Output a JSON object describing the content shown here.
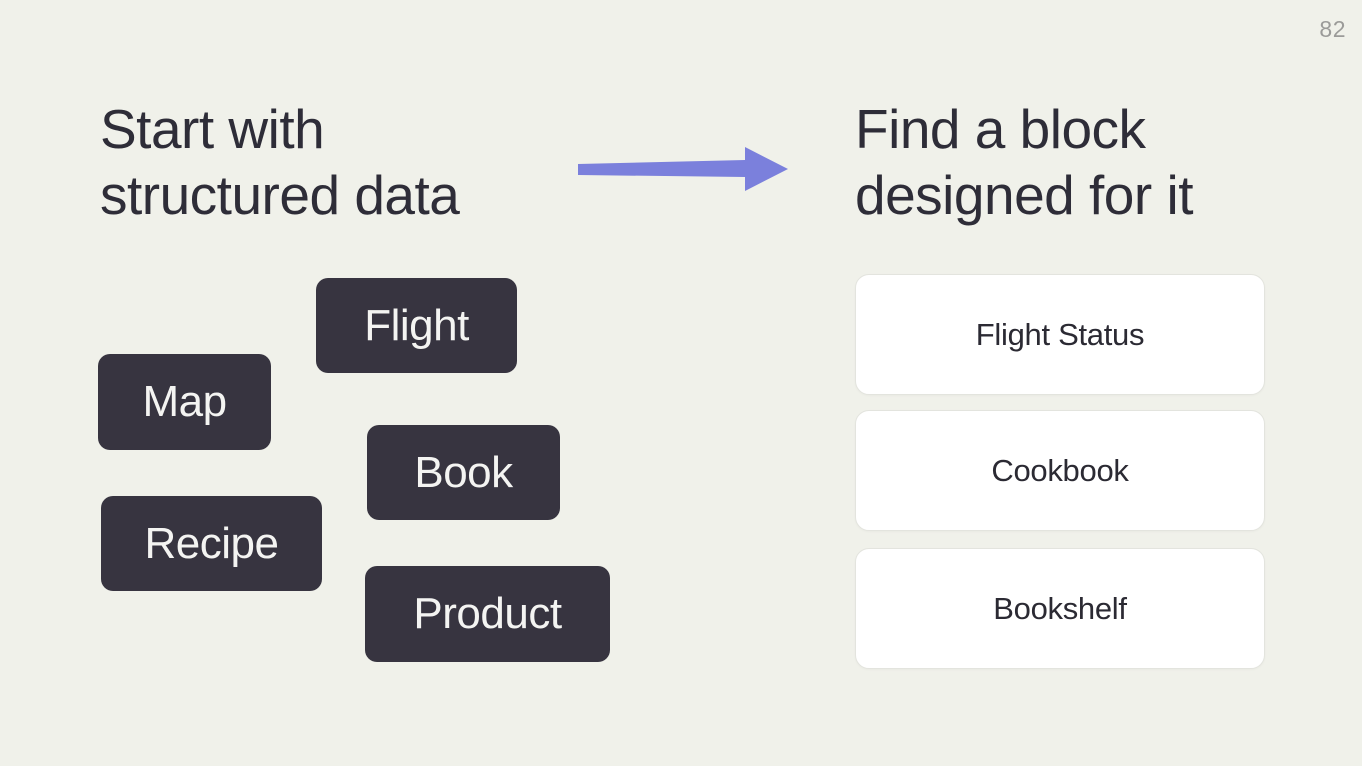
{
  "slide": {
    "page_number": "82",
    "left": {
      "heading_line1": "Start with",
      "heading_line2": "structured data",
      "tags": [
        {
          "label": "Flight"
        },
        {
          "label": "Map"
        },
        {
          "label": "Book"
        },
        {
          "label": "Recipe"
        },
        {
          "label": "Product"
        }
      ]
    },
    "arrow": {
      "icon": "right-arrow-icon",
      "color": "#7b80dc"
    },
    "right": {
      "heading_line1": "Find a block",
      "heading_line2": "designed for it",
      "cards": [
        {
          "label": "Flight Status"
        },
        {
          "label": "Cookbook"
        },
        {
          "label": "Bookshelf"
        }
      ]
    },
    "colors": {
      "background": "#f0f1ea",
      "tag_background": "#373440",
      "tag_text": "#f4f4f2",
      "heading_text": "#2e2d38",
      "card_background": "#ffffff",
      "card_border": "#e3e4de",
      "card_text": "#2b2a33",
      "arrow": "#7b80dc",
      "page_number": "#9b9b99"
    }
  }
}
